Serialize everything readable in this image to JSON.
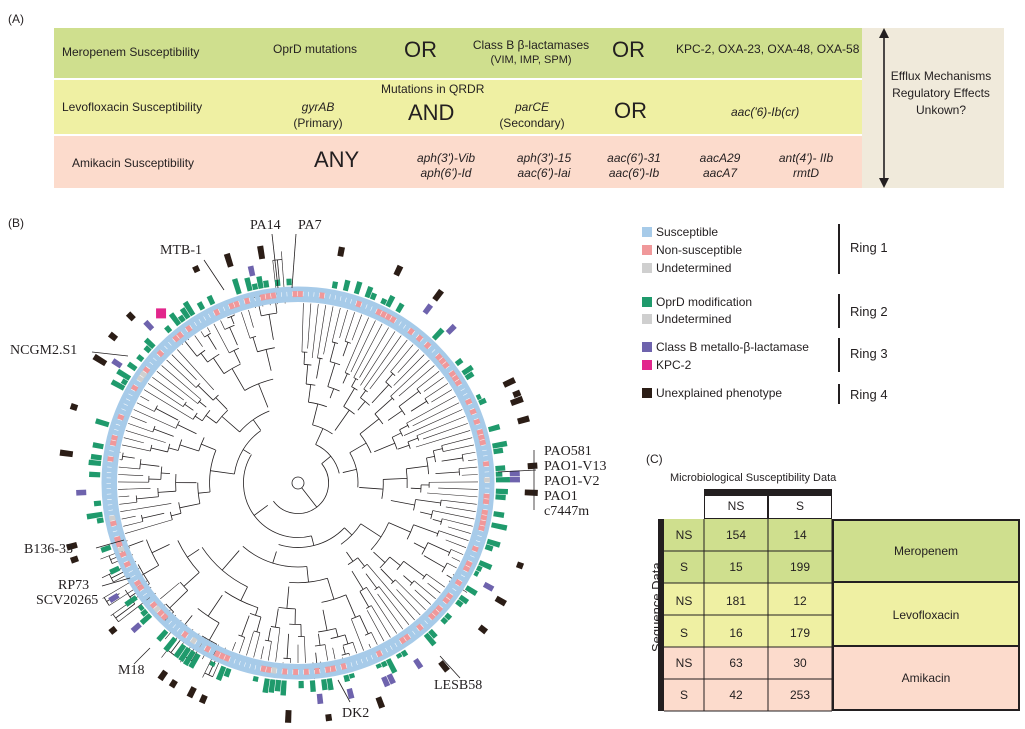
{
  "panelA": {
    "letter": "(A)",
    "rows": [
      {
        "label": "Meropenem Susceptibility",
        "color": "#cfdf8e"
      },
      {
        "label": "Levofloxacin Susceptibility",
        "color": "#eff0a3"
      },
      {
        "label": "Amikacin Susceptibility",
        "color": "#fcdbcc"
      }
    ],
    "meropenem": {
      "oprd": "OprD mutations",
      "op1": "OR",
      "classb_line1": "Class B β-lactamases",
      "classb_line2": "(VIM, IMP, SPM)",
      "op2": "OR",
      "kpc": "KPC-2, OXA-23, OXA-48, OXA-58"
    },
    "levofloxacin": {
      "qrdr": "Mutations in QRDR",
      "gyrab": "gyrAB",
      "primary": "(Primary)",
      "op1": "AND",
      "parce": "parCE",
      "secondary": "(Secondary)",
      "op2": "OR",
      "aac": "aac('6)-Ib(cr)"
    },
    "amikacin": {
      "any": "ANY",
      "g1a": "aph(3')-Vib",
      "g1b": "aph(6')-Id",
      "g2a": "aph(3')-15",
      "g2b": "aac(6')-Iai",
      "g3a": "aac(6')-31",
      "g3b": "aac(6')-Ib",
      "g4a": "aacA29",
      "g4b": "aacA7",
      "g5a": "ant(4')- IIb",
      "g5b": "rmtD"
    },
    "side": {
      "line1": "Efflux Mechanisms",
      "line2": "Regulatory Effects",
      "line3": "Unkown?",
      "color": "#f0eadb"
    }
  },
  "panelB": {
    "letter": "(B)",
    "strains": {
      "pa14": "PA14",
      "pa7": "PA7",
      "mtb1": "MTB-1",
      "ncgm": "NCGM2.S1",
      "pao581": "PAO581",
      "pao1v13": "PAO1-V13",
      "pao1v2": "PAO1-V2",
      "pao1": "PAO1",
      "c7447m": "c7447m",
      "b136": "B136-33",
      "rp73": "RP73",
      "scv": "SCV20265",
      "m18": "M18",
      "dk2": "DK2",
      "lesb58": "LESB58"
    },
    "legend": {
      "susceptible": "Susceptible",
      "nonsusceptible": "Non-susceptible",
      "undetermined1": "Undetermined",
      "ring1": "Ring 1",
      "oprd": "OprD modification",
      "undetermined2": "Undetermined",
      "ring2": "Ring 2",
      "classb": "Class B metallo-β-lactamase",
      "kpc": "KPC-2",
      "ring3": "Ring 3",
      "unexplained": "Unexplained phenotype",
      "ring4": "Ring 4"
    },
    "colors": {
      "susceptible": "#a7cbe9",
      "nonsusceptible": "#f0989a",
      "undetermined": "#cfcfcf",
      "oprd": "#1f9a6c",
      "classb": "#6e63ad",
      "kpc": "#e2268c",
      "unexplained": "#2b1d16"
    }
  },
  "panelC": {
    "letter": "(C)",
    "title": "Microbiological Susceptibility Data",
    "seq_label": "Sequence Data",
    "col_ns": "NS",
    "col_s": "S",
    "rows": [
      {
        "drug": "Meropenem",
        "ns": [
          "154",
          "14"
        ],
        "s": [
          "15",
          "199"
        ],
        "color": "#cfdf8e",
        "row_ns": "NS",
        "row_s": "S"
      },
      {
        "drug": "Levofloxacin",
        "ns": [
          "181",
          "12"
        ],
        "s": [
          "16",
          "179"
        ],
        "color": "#eff0a3",
        "row_ns": "NS",
        "row_s": "S"
      },
      {
        "drug": "Amikacin",
        "ns": [
          "63",
          "30"
        ],
        "s": [
          "42",
          "253"
        ],
        "color": "#fcdbcc",
        "row_ns": "NS",
        "row_s": "S"
      }
    ]
  }
}
